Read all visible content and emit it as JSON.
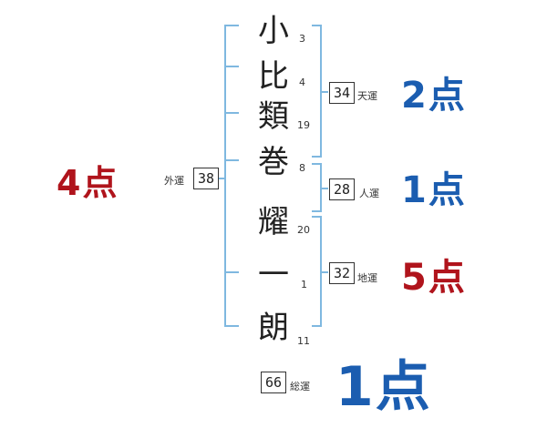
{
  "name": {
    "chars": [
      "小",
      "比",
      "類",
      "巻",
      "耀",
      "一",
      "朗"
    ],
    "strokes": [
      "3",
      "4",
      "19",
      "8",
      "20",
      "1",
      "11"
    ]
  },
  "fortunes": {
    "gaiun": {
      "label": "外運",
      "value": "38",
      "score": "4点",
      "color": "#b0141c"
    },
    "tenun": {
      "label": "天運",
      "value": "34",
      "score": "2点",
      "color": "#1b5db0"
    },
    "jinun": {
      "label": "人運",
      "value": "28",
      "score": "1点",
      "color": "#1b5db0"
    },
    "chiun": {
      "label": "地運",
      "value": "32",
      "score": "5点",
      "color": "#b0141c"
    },
    "souun": {
      "label": "総運",
      "value": "66",
      "score": "1点",
      "color": "#1b5db0"
    }
  },
  "bracket_color": "#7fb8e0"
}
